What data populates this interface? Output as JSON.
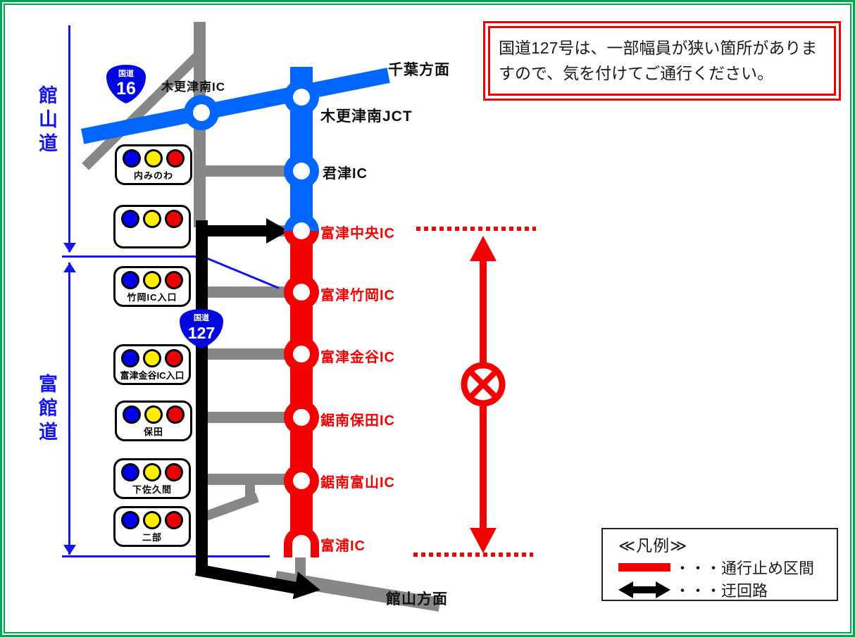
{
  "colors": {
    "frame_green": "#00A650",
    "road_blue": "#0066FF",
    "closure_red": "#F30000",
    "dim_blue": "#1414F0",
    "road_gray": "#878787",
    "shield_blue": "#0008E0"
  },
  "notice": {
    "text": "国道127号は、一部幅員が狭い箇所がありますので、気を付けてご通行ください。"
  },
  "directions": {
    "chiba": "千葉方面",
    "tateyama": "館山方面"
  },
  "roads": {
    "tateyama_expressway": "館山道",
    "fukan_road": "富館道"
  },
  "shields": {
    "r16": {
      "prefix": "国道",
      "number": "16"
    },
    "r127": {
      "prefix": "国道",
      "number": "127"
    }
  },
  "interchanges": [
    {
      "label": "木更津南IC",
      "status": "open"
    },
    {
      "label": "木更津南JCT",
      "status": "open"
    },
    {
      "label": "君津IC",
      "status": "open"
    },
    {
      "label": "富津中央IC",
      "status": "closure-start"
    },
    {
      "label": "富津竹岡IC",
      "status": "closed"
    },
    {
      "label": "富津金谷IC",
      "status": "closed"
    },
    {
      "label": "鋸南保田IC",
      "status": "closed"
    },
    {
      "label": "鋸南富山IC",
      "status": "closed"
    },
    {
      "label": "富浦IC",
      "status": "closed"
    }
  ],
  "signals": [
    {
      "label": "内みのわ"
    },
    {
      "label": ""
    },
    {
      "label": "竹岡IC入口"
    },
    {
      "label": "富津金谷IC入口"
    },
    {
      "label": "保田"
    },
    {
      "label": "下佐久間"
    },
    {
      "label": "二部"
    }
  ],
  "legend": {
    "title": "≪凡例≫",
    "closed_label": "・・・通行止め区間",
    "detour_label": "・・・迂回路"
  }
}
